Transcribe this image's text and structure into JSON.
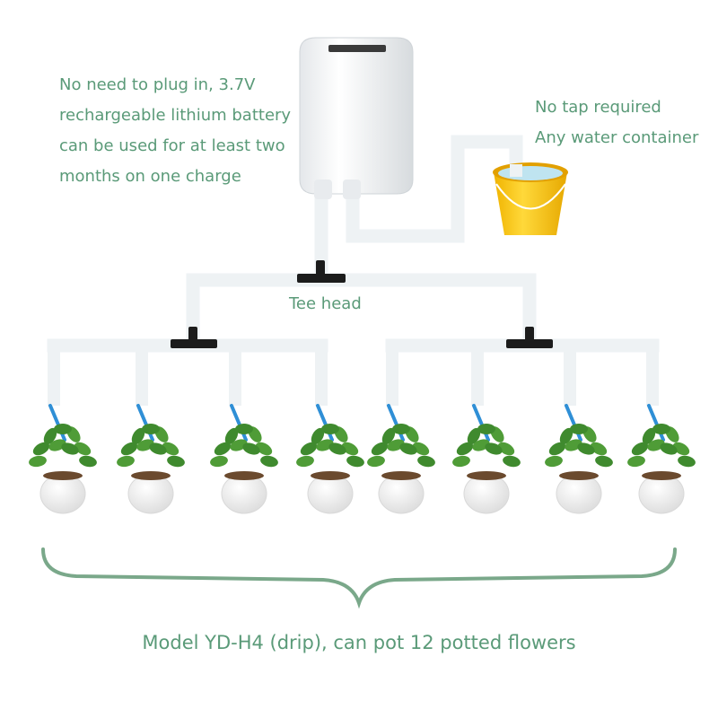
{
  "battery_note": {
    "lines": [
      "No need to plug in, 3.7V",
      "rechargeable lithium battery",
      "can be used for at least two",
      "months on one charge"
    ]
  },
  "water_note": {
    "lines": [
      "No tap required",
      "Any water container"
    ]
  },
  "tee_label": "Tee head",
  "caption": "Model YD-H4 (drip), can pot 12 potted flowers",
  "colors": {
    "text": "#5a9a78",
    "brace": "#7aa88a",
    "pipe": "#eef2f4",
    "tee": "#1c1c1c",
    "dripper": "#2f8fd6",
    "bucket": "#f5c417",
    "leaf": "#3f8a2e",
    "pot": "#f7f7f7"
  },
  "plant_count_shown": 8
}
